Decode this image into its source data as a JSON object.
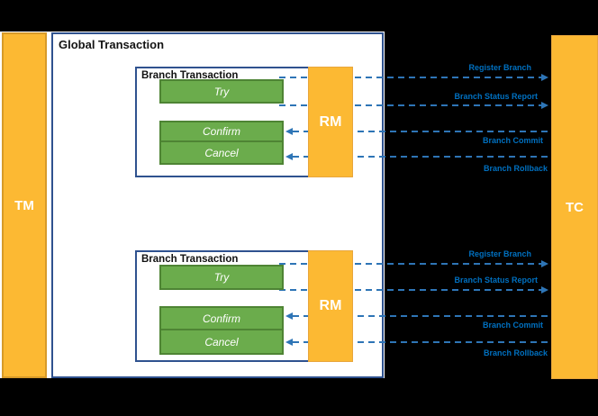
{
  "tm_label": "TM",
  "tc_label": "TC",
  "global_transaction": {
    "title": "Global Transaction"
  },
  "branches": [
    {
      "title": "Branch Transaction",
      "rm_label": "RM",
      "phases": [
        "Try",
        "Confirm",
        "Cancel"
      ],
      "messages": [
        {
          "label": "Register Branch",
          "direction": "rm-to-tc"
        },
        {
          "label": "Branch Status Report",
          "direction": "rm-to-tc"
        },
        {
          "label": "Branch Commit",
          "direction": "tc-to-rm"
        },
        {
          "label": "Branch Rollback",
          "direction": "tc-to-rm"
        }
      ]
    },
    {
      "title": "Branch Transaction",
      "rm_label": "RM",
      "phases": [
        "Try",
        "Confirm",
        "Cancel"
      ],
      "messages": [
        {
          "label": "Register Branch",
          "direction": "rm-to-tc"
        },
        {
          "label": "Branch Status Report",
          "direction": "rm-to-tc"
        },
        {
          "label": "Branch Commit",
          "direction": "tc-to-rm"
        },
        {
          "label": "Branch Rollback",
          "direction": "tc-to-rm"
        }
      ]
    }
  ],
  "colors": {
    "background": "#000000",
    "pillar_orange": "#FCB933",
    "phase_green": "#6BAC4C",
    "phase_green_border": "#4E8434",
    "box_border_navy": "#2F528F",
    "arrow_blue": "#2E75B6",
    "label_blue": "#0070C0"
  }
}
